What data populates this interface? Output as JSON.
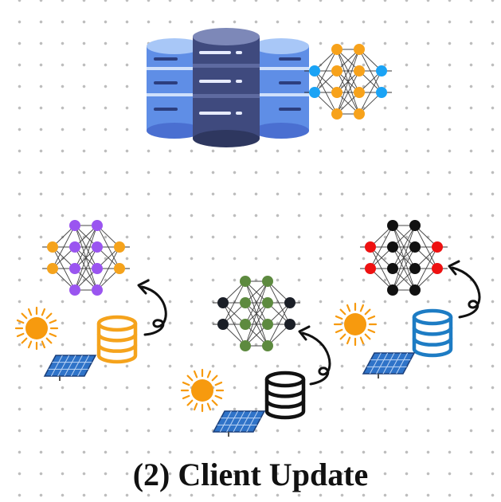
{
  "caption": "(2) Client Update",
  "colors": {
    "server_nn_hidden": "#f7a21b",
    "server_nn_io": "#1aa3f5",
    "client1_hidden": "#9a55f0",
    "client1_io": "#f5a31c",
    "client1_db": "#f5a31c",
    "client2_hidden": "#5d8a3f",
    "client2_io": "#1b1f27",
    "client2_db": "#111111",
    "client3_hidden": "#111111",
    "client3_io": "#ee1111",
    "client3_db": "#1d7cc4",
    "sun": "#f79a0e",
    "panel": "#2f73c8"
  },
  "server": {
    "icon": "server-stack-icon",
    "model_icon": "neural-network-icon"
  },
  "clients": [
    {
      "id": "client-1",
      "model_icon": "neural-network-icon",
      "data_icon": "database-icon",
      "arrow_icon": "curved-arrow-icon",
      "sun_icon": "sun-icon",
      "panel_icon": "solar-panel-icon"
    },
    {
      "id": "client-2",
      "model_icon": "neural-network-icon",
      "data_icon": "database-icon",
      "arrow_icon": "curved-arrow-icon",
      "sun_icon": "sun-icon",
      "panel_icon": "solar-panel-icon"
    },
    {
      "id": "client-3",
      "model_icon": "neural-network-icon",
      "data_icon": "database-icon",
      "arrow_icon": "curved-arrow-icon",
      "sun_icon": "sun-icon",
      "panel_icon": "solar-panel-icon"
    }
  ]
}
